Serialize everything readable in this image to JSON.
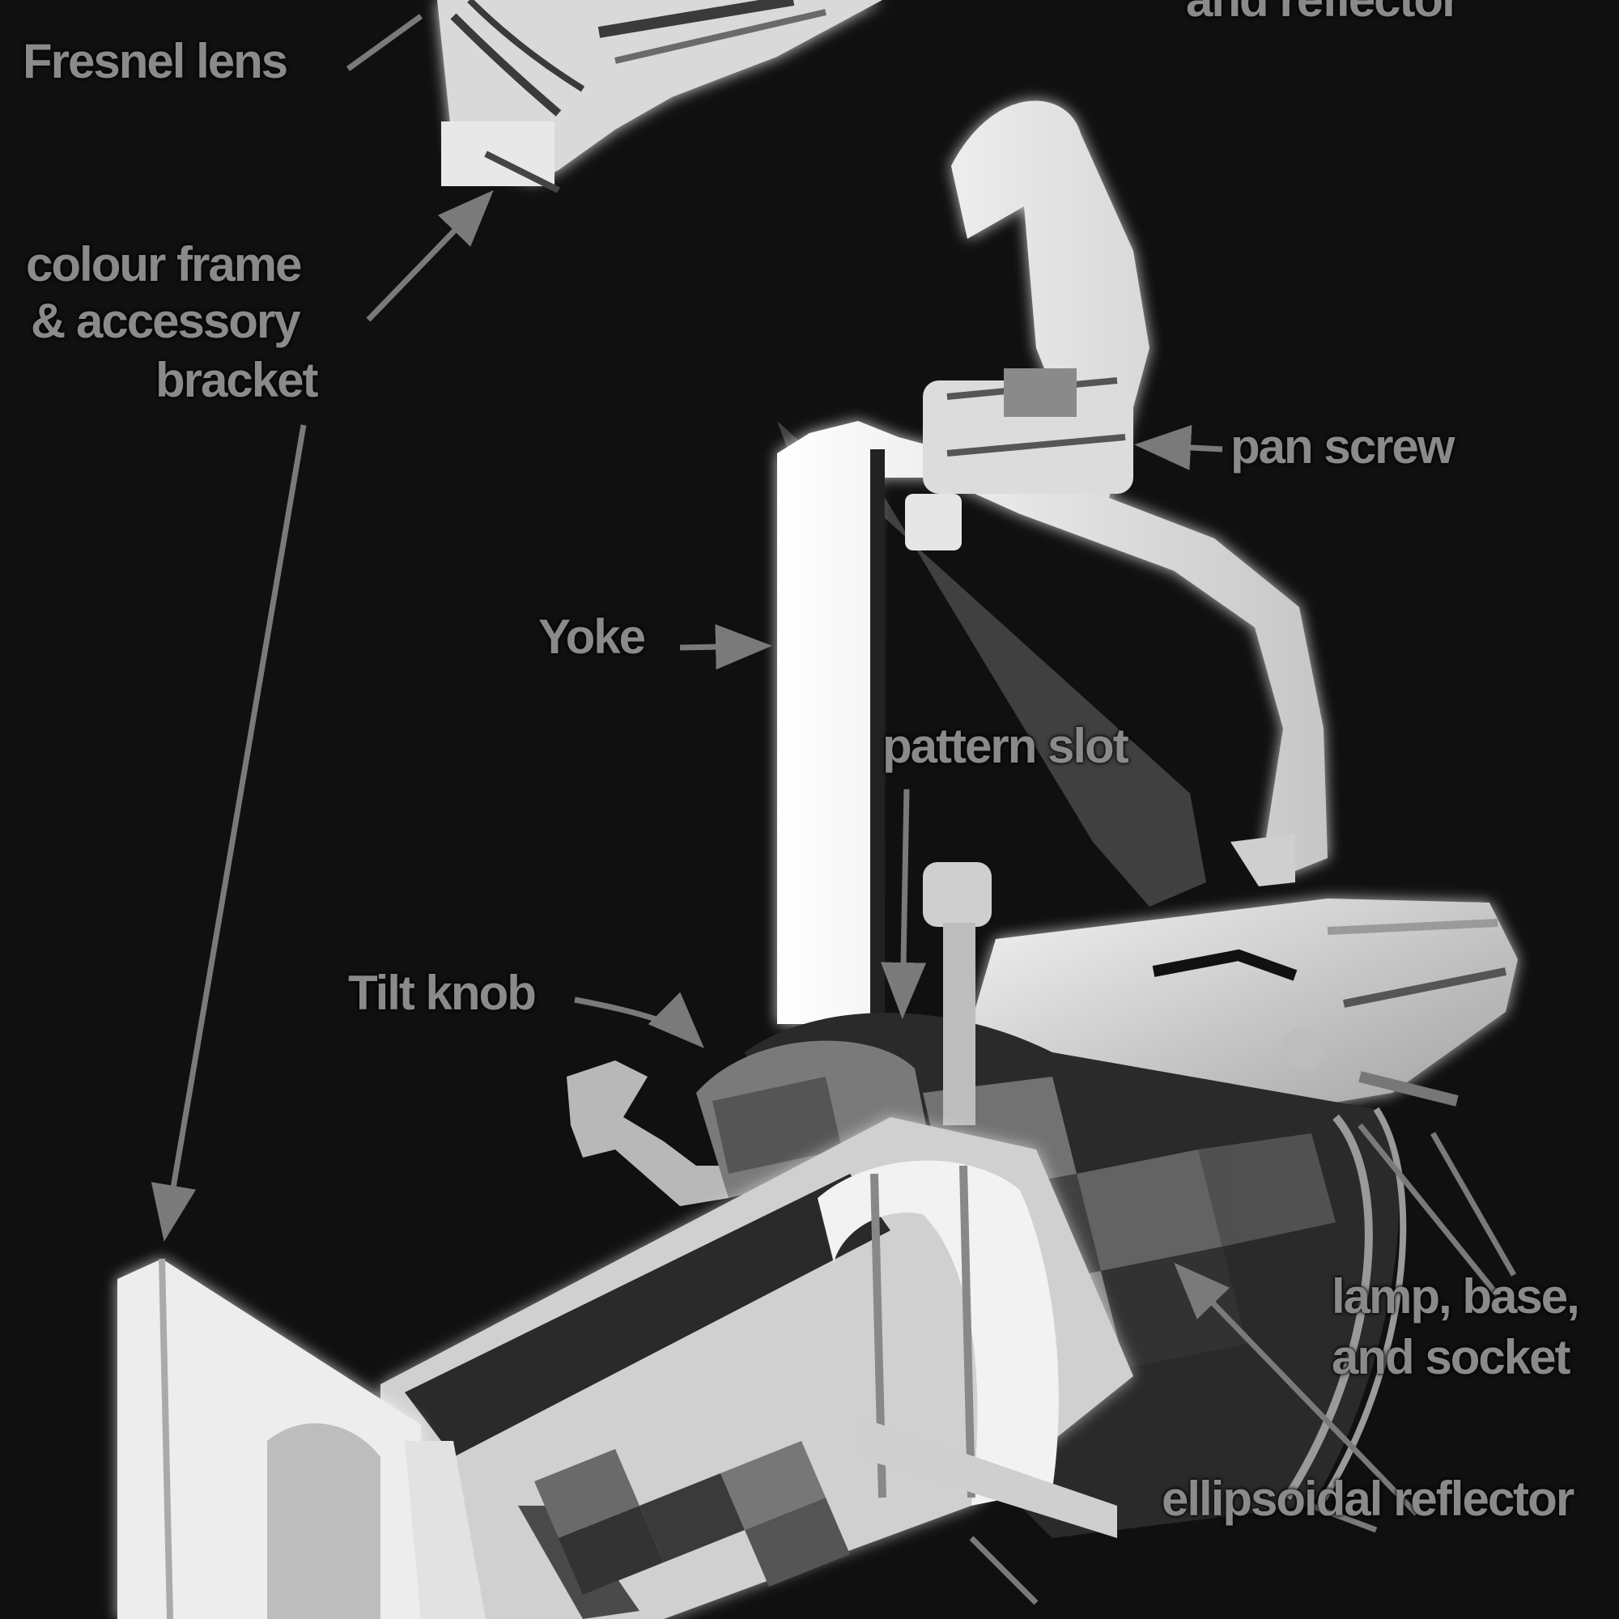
{
  "labels": {
    "top_cut": "and reflector",
    "fresnel": "Fresnel lens",
    "colour_frame_1": "colour frame",
    "colour_frame_2": "& accessory",
    "colour_frame_3": "bracket",
    "pan_screw": "pan screw",
    "yoke": "Yoke",
    "pattern_slot": "pattern slot",
    "tilt_knob": "Tilt knob",
    "lamp_1": "lamp, base,",
    "lamp_2": "and socket",
    "ellipsoidal": "ellipsoidal reflector"
  },
  "colors": {
    "background": "#101010",
    "label": "#8a8a8a",
    "arrow": "#7a7a7a",
    "body_light": "#f0f0f0",
    "body_mid": "#b8b8b8",
    "body_dark": "#4a4a4a"
  }
}
